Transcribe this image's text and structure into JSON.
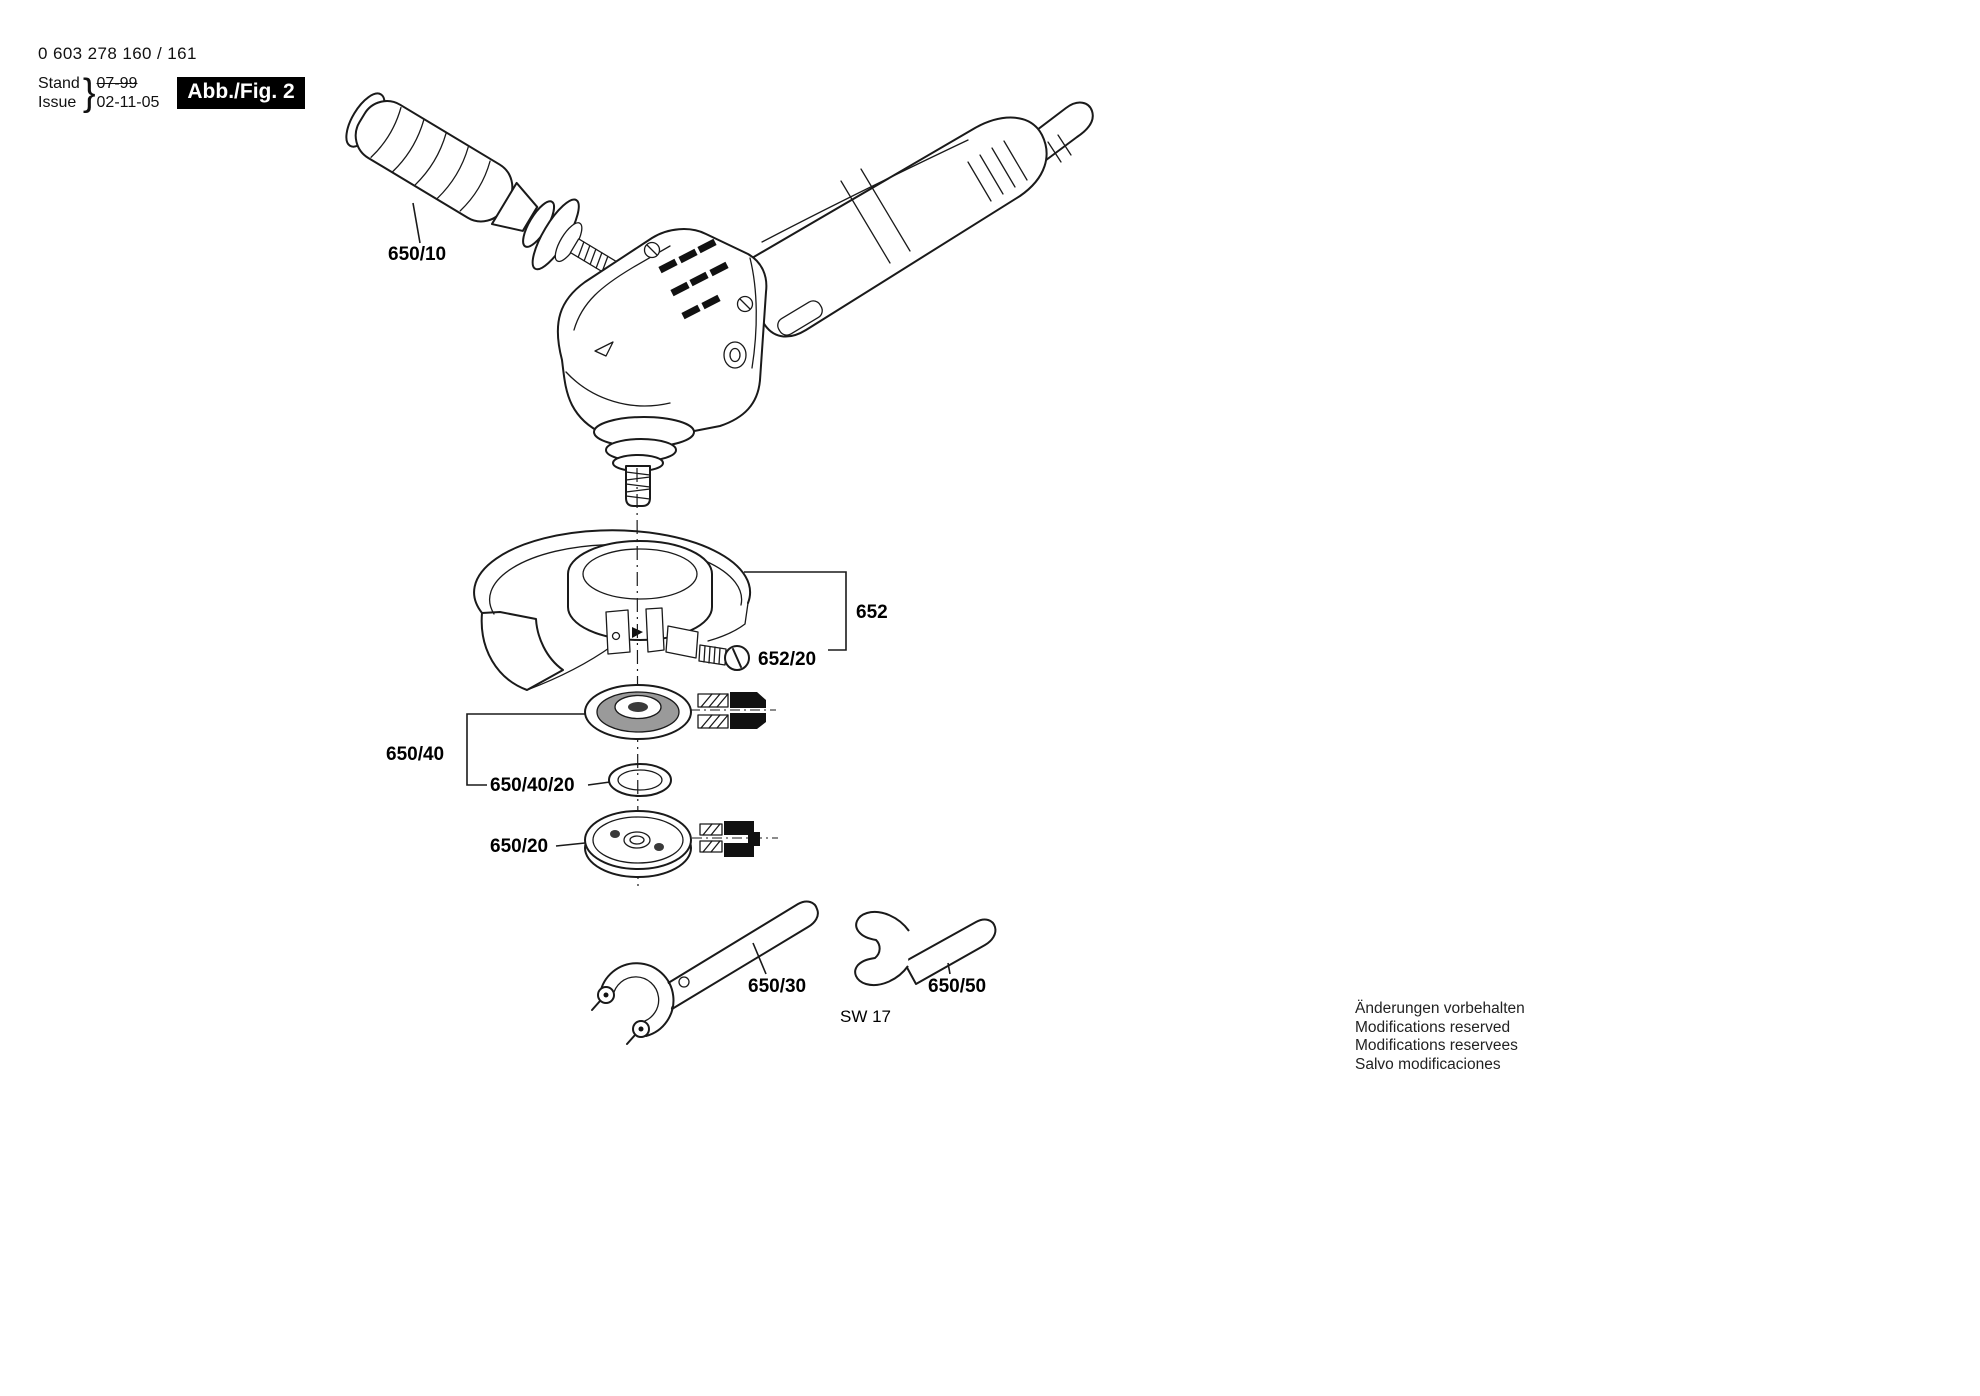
{
  "header": {
    "part_number": "0 603 278 160 / 161",
    "stand_label": "Stand",
    "issue_label": "Issue",
    "brace": "}",
    "old_date": "07-99",
    "date": "02-11-05",
    "figure_label": "Abb./Fig. 2"
  },
  "labels": {
    "handle": "650/10",
    "guard": "652",
    "guard_screw": "652/20",
    "flange_assembly": "650/40",
    "o_ring": "650/40/20",
    "clamping_nut": "650/20",
    "pin_wrench": "650/30",
    "open_end_wrench": "650/50",
    "wrench_size": "SW 17"
  },
  "footer": {
    "lines": [
      "Änderungen vorbehalten",
      "Modifications reserved",
      "Modifications reservees",
      "Salvo modificaciones"
    ]
  },
  "colors": {
    "ink": "#1a1a1a",
    "figure_box_bg": "#000000",
    "figure_box_text": "#ffffff"
  }
}
